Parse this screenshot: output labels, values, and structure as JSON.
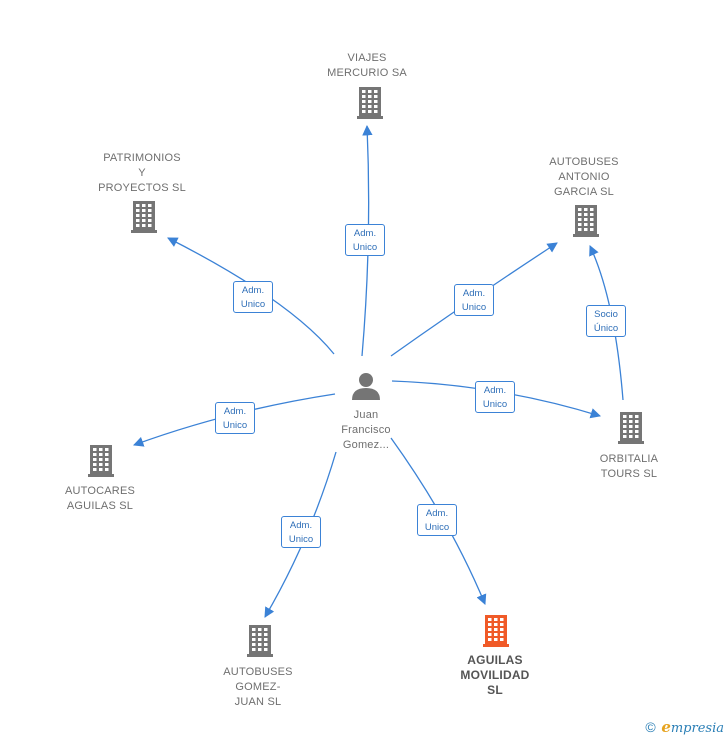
{
  "center": {
    "name": "Juan\nFrancisco\nGomez...",
    "icon": "person-icon"
  },
  "companies": [
    {
      "id": "viajes",
      "name": "VIAJES\nMERCURIO SA",
      "icon": "building-icon",
      "highlight": false
    },
    {
      "id": "patrimonios",
      "name": "PATRIMONIOS\nY\nPROYECTOS SL",
      "icon": "building-icon",
      "highlight": false
    },
    {
      "id": "autobuses-antonio",
      "name": "AUTOBUSES\nANTONIO\nGARCIA SL",
      "icon": "building-icon",
      "highlight": false
    },
    {
      "id": "orbitalia",
      "name": "ORBITALIA\nTOURS  SL",
      "icon": "building-icon",
      "highlight": false
    },
    {
      "id": "autocares",
      "name": "AUTOCARES\nAGUILAS SL",
      "icon": "building-icon",
      "highlight": false
    },
    {
      "id": "autobuses-gomez",
      "name": "AUTOBUSES\nGOMEZ-\nJUAN  SL",
      "icon": "building-icon",
      "highlight": false
    },
    {
      "id": "aguilas",
      "name": "AGUILAS\nMOVILIDAD\nSL",
      "icon": "building-icon",
      "highlight": true
    }
  ],
  "relations": [
    {
      "from": "center",
      "to": "viajes",
      "label": "Adm.\nUnico"
    },
    {
      "from": "center",
      "to": "patrimonios",
      "label": "Adm.\nUnico"
    },
    {
      "from": "center",
      "to": "autobuses-antonio",
      "label": "Adm.\nUnico"
    },
    {
      "from": "center",
      "to": "orbitalia",
      "label": "Adm.\nUnico"
    },
    {
      "from": "center",
      "to": "autocares",
      "label": "Adm.\nUnico"
    },
    {
      "from": "center",
      "to": "autobuses-gomez",
      "label": "Adm.\nUnico"
    },
    {
      "from": "center",
      "to": "aguilas",
      "label": "Adm.\nUnico"
    },
    {
      "from": "orbitalia",
      "to": "autobuses-antonio",
      "label": "Socio\nÚnico"
    }
  ],
  "colors": {
    "edge": "#3b82d6",
    "node_icon": "#757575",
    "highlight_icon": "#f05a28"
  },
  "footer": {
    "copyright": "©",
    "brand_initial": "e",
    "brand_rest": "mpresia"
  }
}
